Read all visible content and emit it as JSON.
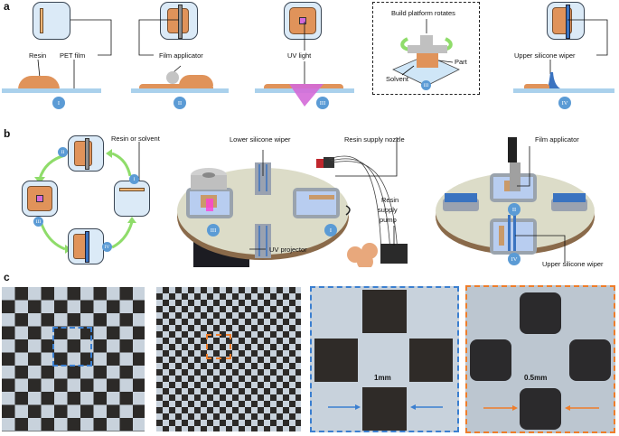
{
  "figure": {
    "panels": {
      "a": {
        "letter": "a",
        "steps": [
          {
            "badge": "I",
            "labels": {
              "resin": "Resin",
              "film": "PET film"
            }
          },
          {
            "badge": "II",
            "labels": {
              "applicator": "Film applicator"
            }
          },
          {
            "badge": "III",
            "labels": {
              "uv": "UV light"
            }
          },
          {
            "badge": "III",
            "inset": true,
            "labels": {
              "rotate": "Build platform rotates",
              "part": "Part",
              "solvent": "Solvent"
            }
          },
          {
            "badge": "IV",
            "labels": {
              "wiper": "Upper silicone wiper"
            }
          }
        ]
      },
      "b": {
        "letter": "b",
        "cycle": {
          "label": "Resin or solvent",
          "badges": [
            "I",
            "II",
            "III",
            "IV"
          ]
        },
        "machine_left": {
          "labels": {
            "lower_wiper": "Lower silicone wiper",
            "nozzle": "Resin supply nozzle",
            "pump_1": "Resin",
            "pump_2": "supply",
            "pump_3": "pump",
            "projector": "UV projector"
          },
          "badges": [
            "III",
            "I"
          ]
        },
        "machine_right": {
          "labels": {
            "applicator": "Film applicator",
            "upper_wiper": "Upper silicone wiper"
          },
          "badges": [
            "II",
            "IV"
          ]
        }
      },
      "c": {
        "letter": "c",
        "images": [
          {
            "name": "checkerboard-1mm",
            "highlight_color": "#3b7fd0"
          },
          {
            "name": "checkerboard-0.5mm",
            "highlight_color": "#ee7d2b"
          },
          {
            "name": "zoom-1mm",
            "scale_label": "1mm",
            "frame_color": "#3b7fd0"
          },
          {
            "name": "zoom-0.5mm",
            "scale_label": "0.5mm",
            "frame_color": "#ee7d2b"
          }
        ]
      }
    },
    "colors": {
      "resin": "#e0935a",
      "film": "#aad1ec",
      "badge": "#5b9bd5",
      "uv": "#d46ad8",
      "arrow_green": "#8fdc6a",
      "wiper_blue": "#3a73c0"
    }
  }
}
